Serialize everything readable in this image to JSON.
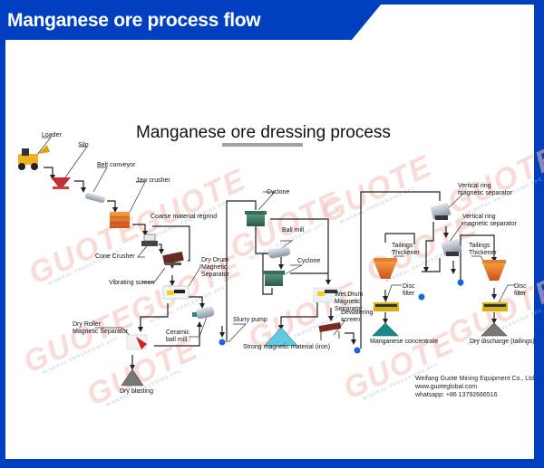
{
  "header": {
    "title": "Manganese ore process flow"
  },
  "diagram": {
    "title": "Manganese ore dressing process",
    "watermark": {
      "brand": "GUOTE",
      "tagline": "MINERAL PROCESSING EPC"
    },
    "equipment": {
      "loader": "Loader",
      "silo": "Silo",
      "belt_conveyor": "Belt conveyor",
      "jaw_crusher": "Jaw crusher",
      "coarse_regrind": "Coarse material regrind",
      "cone_crusher": "Cone Crusher",
      "vibrating_screen": "Vibrating screen",
      "dry_drum_separator": [
        "Dry Drum",
        "Magnetic",
        "Separator"
      ],
      "dry_roller_separator": [
        "Dry Roller",
        "Magnetic Separator"
      ],
      "ceramic_ball_mill": [
        "Ceramic",
        "ball mill"
      ],
      "dry_blasting": "Dry blasting",
      "cyclone_1": "Cyclone",
      "ball_mill": "Ball mill",
      "cyclone_2": "Cyclone",
      "slurry_pump": "Slurry pump",
      "wet_drum_separator": [
        "Wet Drum",
        "Magnetic",
        "Separator"
      ],
      "dewatering_screen": [
        "Dewatering",
        "screen"
      ],
      "strong_magnetic_material": "Strong magnetic material (iron)",
      "vertical_ring_1": [
        "Vertical ring",
        "magnetic separator"
      ],
      "vertical_ring_2": [
        "Vertical ring",
        "magnetic separator"
      ],
      "tailings_thickener_1": [
        "Tailings",
        "Thickener"
      ],
      "tailings_thickener_2": [
        "Tailings",
        "Thickener"
      ],
      "disc_filter_1": [
        "Disc",
        "filter"
      ],
      "disc_filter_2": [
        "Disc",
        "filter"
      ],
      "manganese_concentrate": "Manganese concentrate",
      "dry_discharge": "Dry discharge (tailings)"
    },
    "colors": {
      "frame": "#0040c0",
      "watermark": "#f5c0b8",
      "concentrate": "#1a8a88",
      "iron": "#5ecbe0",
      "tailings": "#777777",
      "pump": "#1a66d8"
    }
  },
  "company": {
    "name": "Weifang Guote Mining Equipment Co., Ltd",
    "website": "www.guoteglobal.com",
    "whatsapp": "whatsapp:  +86 13792666516"
  }
}
